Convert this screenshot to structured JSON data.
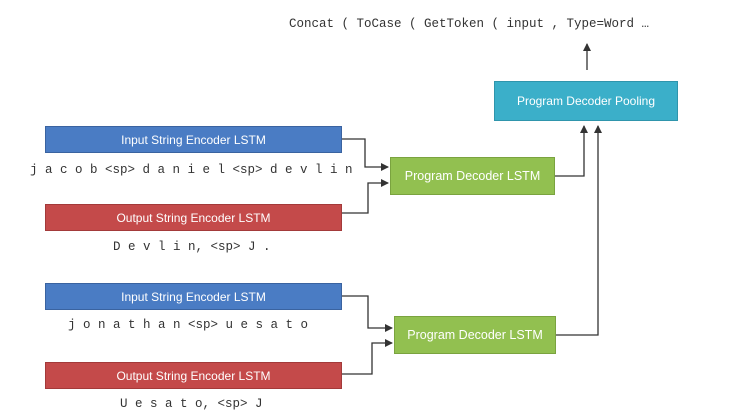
{
  "output_program": "Concat ( ToCase ( GetToken ( input , Type=Word …",
  "pooling": {
    "label": "Program Decoder Pooling"
  },
  "examples": [
    {
      "input_encoder_label": "Input String Encoder LSTM",
      "input_text": "j a c o b <sp> d a n i e l <sp> d e v l i n",
      "output_encoder_label": "Output String Encoder LSTM",
      "output_text": "D e v l i n, <sp> J .",
      "decoder_label": "Program  Decoder LSTM"
    },
    {
      "input_encoder_label": "Input String Encoder LSTM",
      "input_text": "j o n a t h a n <sp> u e s a t o",
      "output_encoder_label": "Output String Encoder LSTM",
      "output_text": "U e s a t o, <sp> J",
      "decoder_label": "Program  Decoder LSTM"
    }
  ],
  "colors": {
    "input_encoder": "#4a7cc4",
    "output_encoder": "#c44a4a",
    "decoder": "#92c050",
    "pooling": "#3bafc9",
    "arrow": "#333333"
  }
}
